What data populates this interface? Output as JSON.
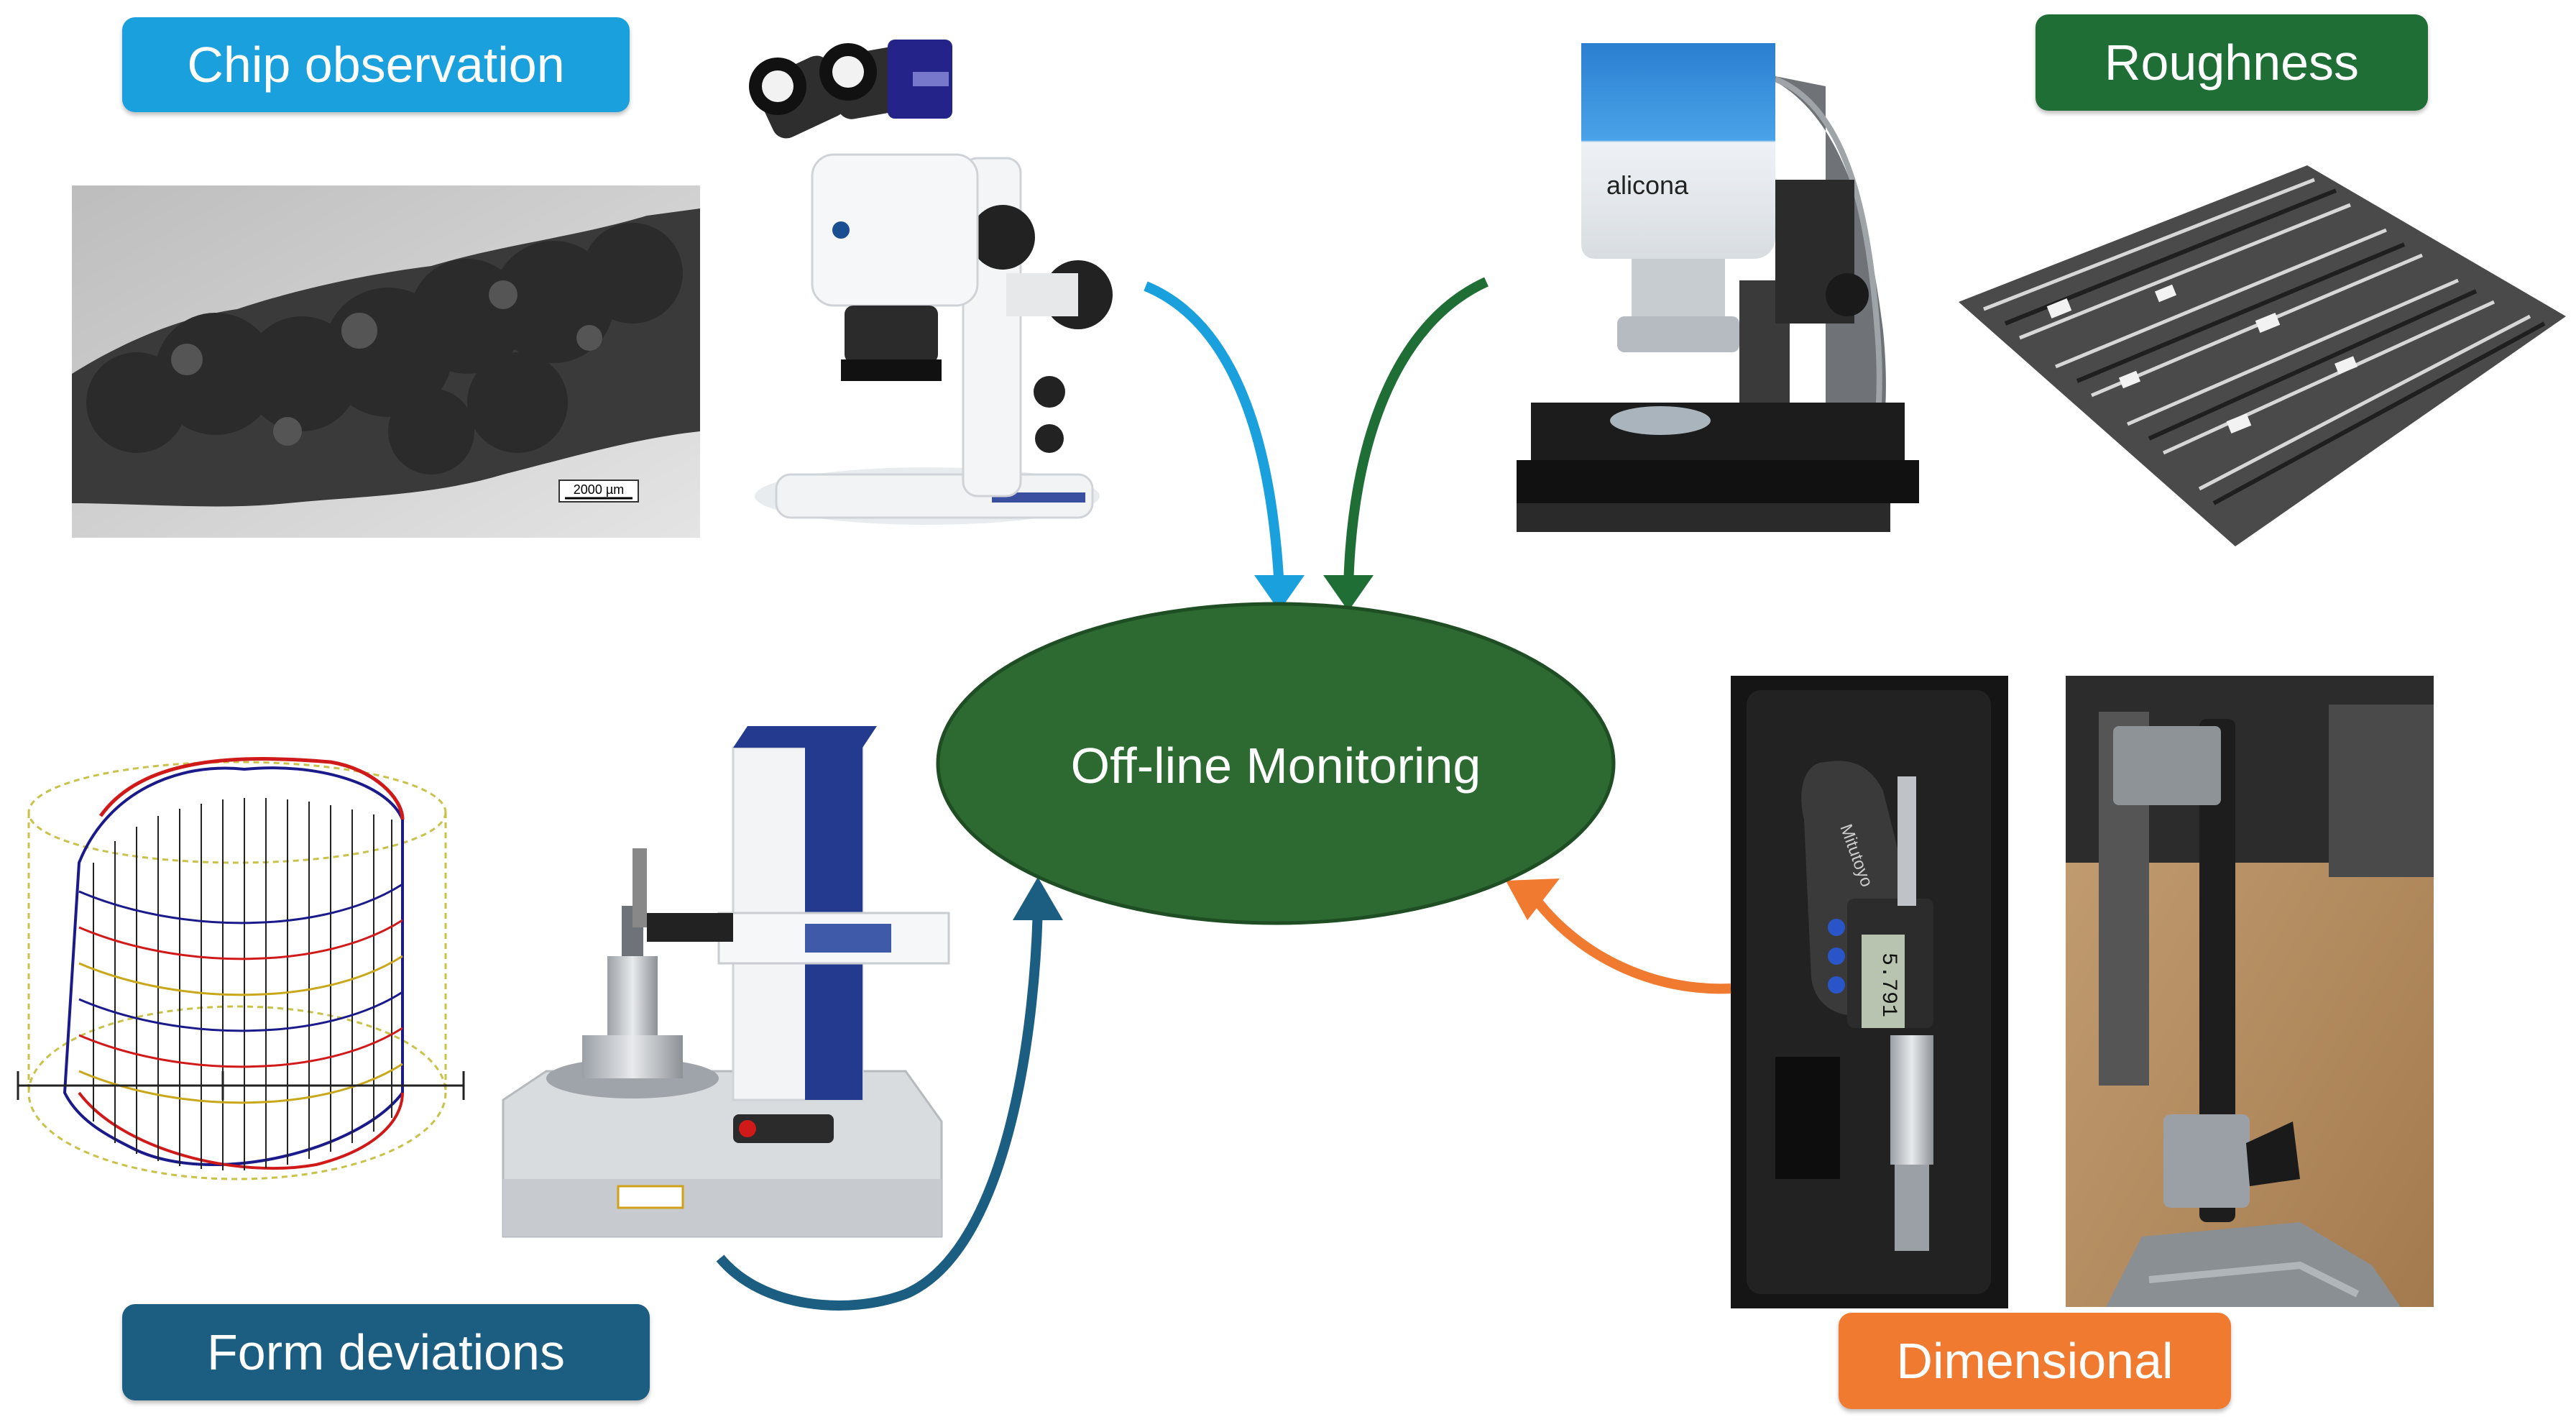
{
  "labels": {
    "chip_observation": "Chip observation",
    "roughness": "Roughness",
    "form_deviations": "Form deviations",
    "dimensional": "Dimensional"
  },
  "center": {
    "title": "Off-line Monitoring",
    "color": "#2c6a31"
  },
  "images": {
    "chip_scale_bar": "2000 µm",
    "profilometer_brand": "alicona",
    "micrometer_reading": "5.791",
    "micrometer_brand": "Mitutoyo"
  },
  "colors": {
    "chip": "#1aa0dc",
    "roughness": "#1e6e36",
    "form": "#1b5e82",
    "dimensional": "#f07a30"
  }
}
